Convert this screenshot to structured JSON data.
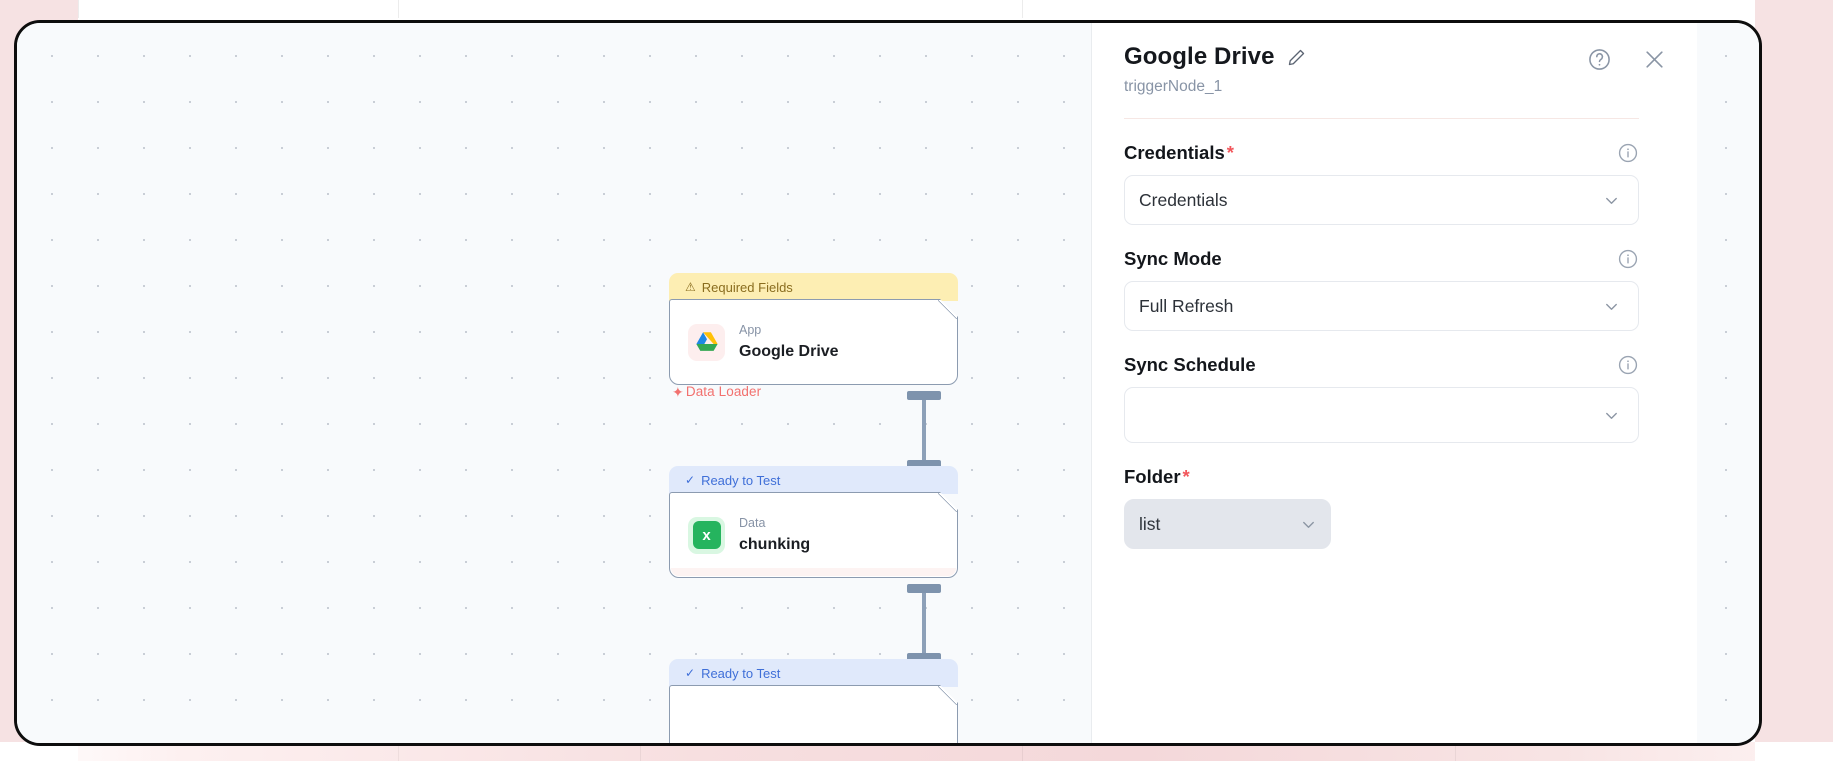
{
  "panel": {
    "title": "Google Drive",
    "edit_icon": "pencil-icon",
    "subtitle": "triggerNode_1",
    "help_icon": "help-circle-icon",
    "close_icon": "close-icon",
    "fields": [
      {
        "label": "Credentials",
        "required": true,
        "has_info": true,
        "value": "Credentials",
        "variant": "outline"
      },
      {
        "label": "Sync Mode",
        "required": false,
        "has_info": true,
        "value": "Full Refresh",
        "variant": "outline"
      },
      {
        "label": "Sync Schedule",
        "required": false,
        "has_info": true,
        "value": "",
        "variant": "outline-tall"
      },
      {
        "label": "Folder",
        "required": true,
        "has_info": false,
        "value": "list",
        "variant": "grey"
      }
    ]
  },
  "canvas": {
    "data_loader_label": "Data Loader",
    "data_loader_icon": "spark-icon",
    "nodes": [
      {
        "badge": "Required Fields",
        "badge_icon": "warning-triangle-icon",
        "badge_state": "warn",
        "kind": "App",
        "title": "Google Drive",
        "icon": "google-drive-icon"
      },
      {
        "badge": "Ready to Test",
        "badge_icon": "check-icon",
        "badge_state": "ready",
        "kind": "Data",
        "title": "chunking",
        "icon": "spreadsheet-icon"
      },
      {
        "badge": "Ready to Test",
        "badge_icon": "check-icon",
        "badge_state": "ready",
        "kind": "",
        "title": "",
        "icon": ""
      }
    ]
  },
  "colors": {
    "warn_badge_bg": "#fdeeb3",
    "warn_badge_text": "#8a6d1f",
    "ready_badge_bg": "#e0e9fb",
    "ready_badge_text": "#3f6fd8",
    "data_loader": "#f2716f",
    "required_asterisk": "#f2555a",
    "node_border": "#8c9bb0",
    "connector": "#8da0b8",
    "viewport_outline": "#0d0d0d",
    "page_surround": "#f6e2e3"
  }
}
